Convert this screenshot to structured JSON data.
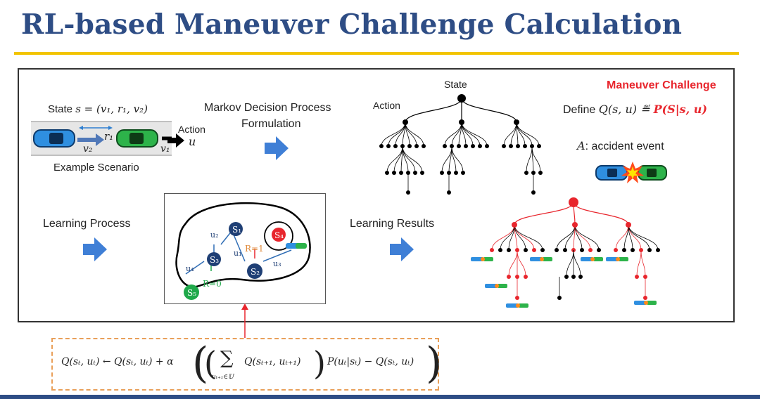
{
  "slide": {
    "title": "RL-based Maneuver Challenge Calculation"
  },
  "scenario": {
    "state_prefix": "State ",
    "state_expr": "s = (v₁, r₁, v₂)",
    "action_label": "Action",
    "action_var": "u",
    "r1": "r₁",
    "v2": "v₂",
    "v1": "v₁",
    "caption": "Example Scenario"
  },
  "mdp": {
    "line1": "Markov Decision Process",
    "line2": "Formulation"
  },
  "tree": {
    "state_label": "State",
    "action_label": "Action"
  },
  "challenge": {
    "heading": "Maneuver Challenge",
    "define_word": "Define ",
    "define_lhs": "Q(s, u) ≝ ",
    "define_rhs": "P(S|s, u)",
    "event_var": "A",
    "event_text": ": accident event"
  },
  "learning": {
    "process_label": "Learning Process",
    "results_label": "Learning Results",
    "nodes": [
      "S₁",
      "S₂",
      "S₃",
      "S₄",
      "S₅"
    ],
    "actions": [
      "u₁",
      "u₂",
      "u₃",
      "u₄"
    ],
    "reward_pos": "R=1",
    "reward_zero": "R=0"
  },
  "formula": {
    "lhs": "Q(sₜ, uₜ) ← Q(sₜ, uₜ) + α",
    "sum": "∑",
    "sum_index": "uₜ₊₁∈𝕌",
    "inner": "Q(sₜ₊₁, uₜ₊₁)",
    "prob": "P(uₜ|sₜ) − Q(sₜ, uₜ)"
  },
  "colors": {
    "title": "#2e4d85",
    "accent_yellow": "#f2c400",
    "arrow_blue": "#3f7fd6",
    "highlight_red": "#e8262d",
    "dash_orange": "#e9a05a",
    "node_blue": "#1f3f75",
    "node_green": "#1fa84a"
  }
}
